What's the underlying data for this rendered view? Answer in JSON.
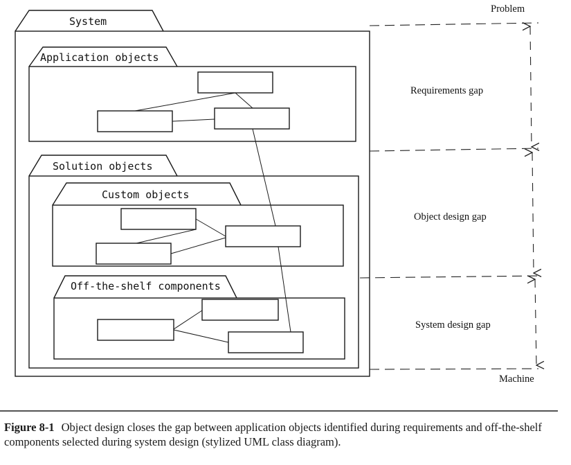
{
  "diagram": {
    "packages": {
      "system": "System",
      "application_objects": "Application objects",
      "solution_objects": "Solution objects",
      "custom_objects": "Custom objects",
      "off_the_shelf_components": "Off-the-shelf components"
    },
    "levels": {
      "top": "Problem",
      "bottom": "Machine"
    },
    "gaps": {
      "requirements": "Requirements gap",
      "object_design": "Object design gap",
      "system_design": "System design gap"
    }
  },
  "caption": {
    "label": "Figure 8-1",
    "text": "Object design closes the gap between application objects identified during requirements and off-the-shelf components selected during system design (stylized UML class diagram)."
  }
}
